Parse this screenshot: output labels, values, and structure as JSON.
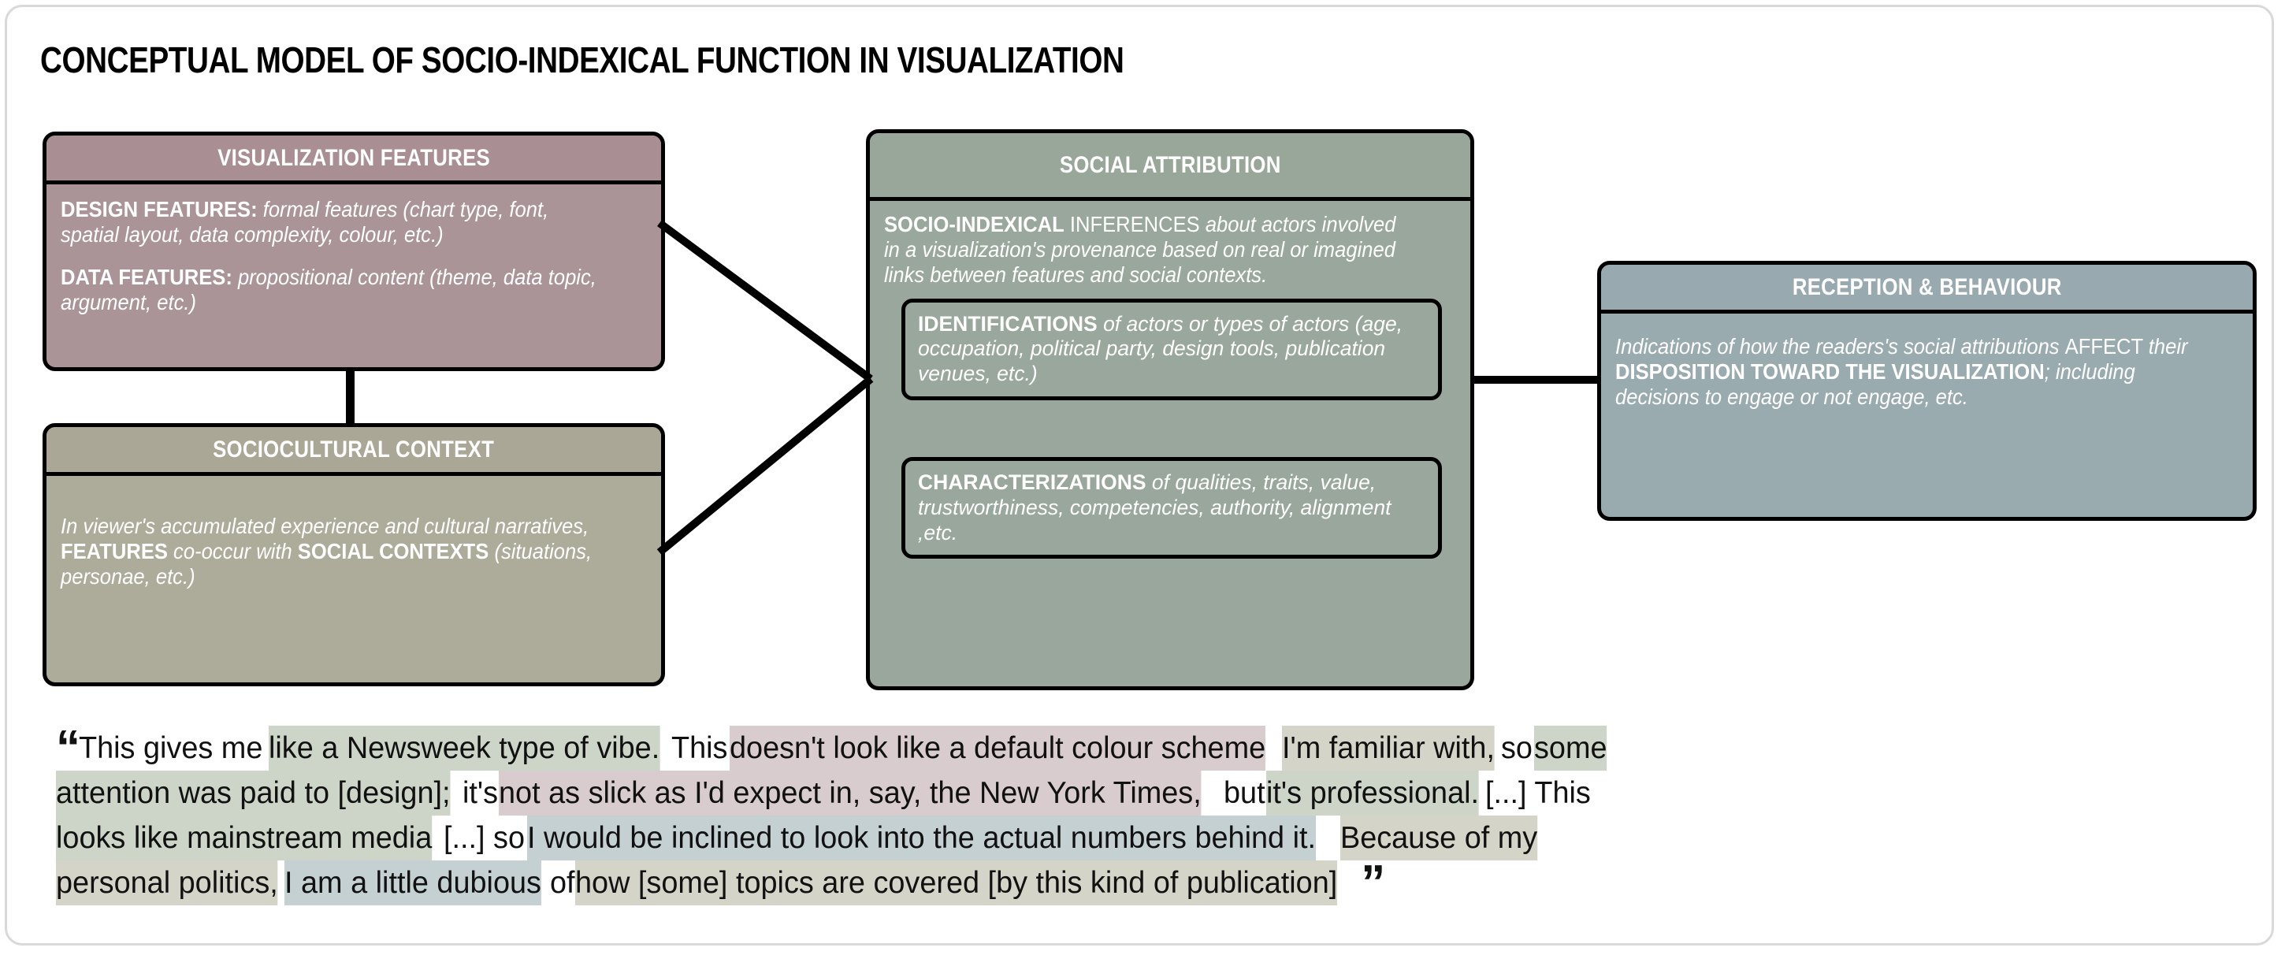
{
  "title": "CONCEPTUAL MODEL OF SOCIO-INDEXICAL FUNCTION IN VISUALIZATION",
  "colors": {
    "mauve": "#ab9497",
    "olive": "#adab9a",
    "sage": "#9aa79c",
    "blue_gray": "#9aabb0",
    "outline": "#000000",
    "frame_border": "#d9d9d9",
    "hl_sage": "#ccd5c8",
    "hl_mauve": "#d8ccce",
    "hl_khaki": "#d5d4c9",
    "hl_blue": "#c5d0d3"
  },
  "boxes": {
    "visualization_features": {
      "header": "VISUALIZATION FEATURES",
      "paragraphs": [
        {
          "lead": "DESIGN FEATURES:",
          "rest": " formal features (chart type, font, spatial layout, data complexity, colour, etc.)"
        },
        {
          "lead": "DATA FEATURES:",
          "rest": " propositional content (theme, data topic, argument, etc.)"
        }
      ]
    },
    "sociocultural_context": {
      "header": "SOCIOCULTURAL CONTEXT",
      "body_parts": [
        {
          "text": "In viewer's accumulated experience and cultural narratives, ",
          "style": "italic"
        },
        {
          "text": "FEATURES",
          "style": "bold"
        },
        {
          "text": " co-occur with ",
          "style": "italic"
        },
        {
          "text": "SOCIAL CONTEXTS",
          "style": "bold"
        },
        {
          "text": " (situations, personae, etc.)",
          "style": "italic"
        }
      ]
    },
    "social_attribution": {
      "header": "SOCIAL ATTRIBUTION",
      "body_parts": [
        {
          "text": "SOCIO-INDEXICAL",
          "style": "bold"
        },
        {
          "text": " INFERENCES ",
          "style": "regular"
        },
        {
          "text": "about actors involved in a visualization's provenance based on real or imagined links between features and social contexts.",
          "style": "italic"
        }
      ],
      "subcards": [
        {
          "name": "identifications",
          "parts": [
            {
              "text": "IDENTIFICATIONS",
              "style": "bold"
            },
            {
              "text": " of actors or types of actors (age, occupation, political party, design tools, publication venues, etc.)",
              "style": "italic"
            }
          ]
        },
        {
          "name": "characterizations",
          "parts": [
            {
              "text": "CHARACTERIZATIONS",
              "style": "bold"
            },
            {
              "text": " of qualities, traits, value, trustworthiness, competencies, authority, alignment ,etc.",
              "style": "italic"
            }
          ]
        }
      ]
    },
    "reception_behaviour": {
      "header": "RECEPTION & BEHAVIOUR",
      "body_parts": [
        {
          "text": "Indications of how the readers's social attributions ",
          "style": "italic"
        },
        {
          "text": "AFFECT ",
          "style": "regular"
        },
        {
          "text": "their ",
          "style": "italic"
        },
        {
          "text": "DISPOSITION TOWARD THE VISUALIZATION",
          "style": "bold"
        },
        {
          "text": "; including decisions to engage or not engage, etc.",
          "style": "italic"
        }
      ]
    }
  },
  "quote": {
    "open_mark": "“",
    "close_mark": "”",
    "full_text": "This gives me like a Newsweek type of vibe. This doesn't look like a default colour scheme I'm familiar with, so some attention was paid to [design]; it's not as slick as I'd expect in, say, the New York Times, but it's professional. [...] This looks like mainstream media [...] so I would be inclined to look into the actual numbers behind it. Because of my personal politics, I am a little dubious of how [some] topics are covered [by this kind of publication]",
    "lines": [
      [
        {
          "text": "This gives me ",
          "hl": "none"
        },
        {
          "text": "like a Newsweek type of vibe.",
          "hl": "sage"
        },
        {
          "text": " This ",
          "hl": "none"
        },
        {
          "text": "doesn't look like a default colour scheme",
          "hl": "mauve"
        },
        {
          "text": " ",
          "hl": "none"
        },
        {
          "text": "I'm familiar with,",
          "hl": "khaki"
        },
        {
          "text": " so ",
          "hl": "none"
        },
        {
          "text": "some",
          "hl": "sage"
        }
      ],
      [
        {
          "text": "attention was paid to [design];",
          "hl": "sage"
        },
        {
          "text": " it's ",
          "hl": "none"
        },
        {
          "text": "not as slick as I'd expect in, say, the New York Times,",
          "hl": "mauve"
        },
        {
          "text": " but ",
          "hl": "none"
        },
        {
          "text": "it's professional.",
          "hl": "sage"
        },
        {
          "text": " [...] This",
          "hl": "none"
        }
      ],
      [
        {
          "text": "looks like mainstream media",
          "hl": "sage"
        },
        {
          "text": " [...] so ",
          "hl": "none"
        },
        {
          "text": "I would be inclined to look into the actual numbers behind it.",
          "hl": "blue"
        },
        {
          "text": " ",
          "hl": "none"
        },
        {
          "text": "Because of my",
          "hl": "khaki"
        }
      ],
      [
        {
          "text": "personal politics,",
          "hl": "khaki"
        },
        {
          "text": " ",
          "hl": "none"
        },
        {
          "text": "I am a little dubious",
          "hl": "blue"
        },
        {
          "text": " of ",
          "hl": "none"
        },
        {
          "text": "how [some] topics are covered [by this kind of publication]",
          "hl": "khaki"
        }
      ]
    ]
  }
}
